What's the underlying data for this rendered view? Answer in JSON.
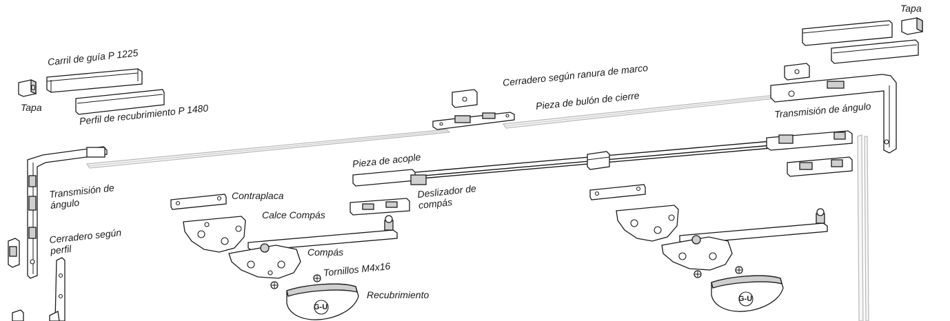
{
  "labels": {
    "tapa_left": "Tapa",
    "tapa_right": "Tapa",
    "carril": "Carril de guía P 1225",
    "perfil_recubrimiento": "Perfil de recubrimiento P 1480",
    "cerradero_ranura": "Cerradero según ranura de marco",
    "pieza_bulon": "Pieza de bulón de cierre",
    "transmision_angulo_right": "Transmisión de ángulo",
    "transmision_angulo_left": "Transmisión de ángulo",
    "pieza_acople": "Pieza de acople",
    "deslizador": "Deslizador de compás",
    "contraplaca": "Contraplaca",
    "calce_compas": "Calce Compás",
    "cerradero_perfil": "Cerradero según perfil",
    "compas": "Compás",
    "tornillos": "Tornillos M4x16",
    "recubrimiento": "Recubrimiento"
  },
  "logo_text": "G-U"
}
